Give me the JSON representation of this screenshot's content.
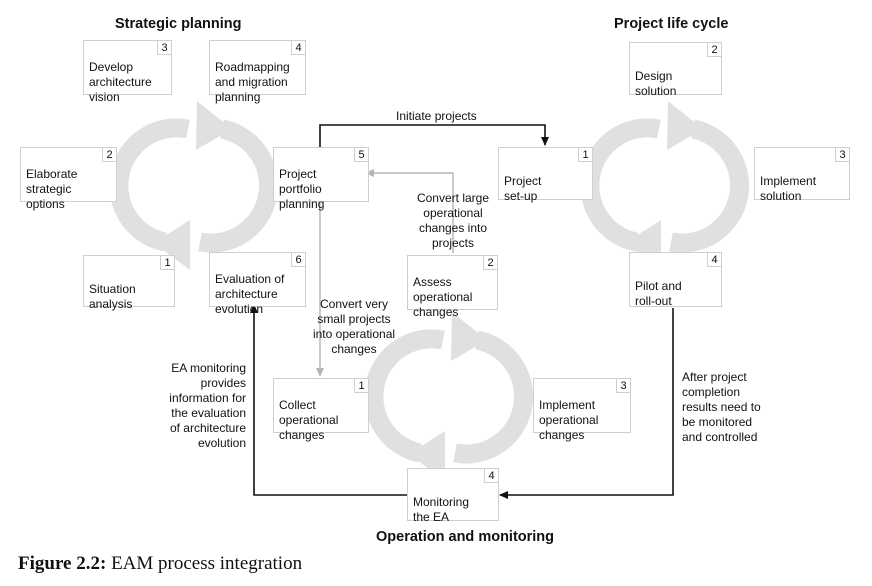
{
  "titles": {
    "strategic": "Strategic planning",
    "lifecycle": "Project life cycle",
    "operation": "Operation and monitoring"
  },
  "strategic": {
    "develop": {
      "text": "Develop\narchitecture\nvision",
      "num": "3"
    },
    "roadmap": {
      "text": "Roadmapping\nand migration\nplanning",
      "num": "4"
    },
    "elaborate": {
      "text": "Elaborate\nstrategic\noptions",
      "num": "2"
    },
    "portfolio": {
      "text": "Project\nportfolio\nplanning",
      "num": "5"
    },
    "situation": {
      "text": "Situation\nanalysis",
      "num": "1"
    },
    "evaluation": {
      "text": "Evaluation of\narchitecture\nevolution",
      "num": "6"
    }
  },
  "lifecycle": {
    "design": {
      "text": "Design\nsolution",
      "num": "2"
    },
    "setup": {
      "text": "Project\nset-up",
      "num": "1"
    },
    "implement": {
      "text": "Implement\nsolution",
      "num": "3"
    },
    "pilot": {
      "text": "Pilot and\nroll-out",
      "num": "4"
    }
  },
  "operation": {
    "assess": {
      "text": "Assess\noperational\nchanges",
      "num": "2"
    },
    "collect": {
      "text": "Collect\noperational\nchanges",
      "num": "1"
    },
    "implement": {
      "text": "Implement\noperational\nchanges",
      "num": "3"
    },
    "monitoring": {
      "text": "Monitoring\nthe EA",
      "num": "4"
    }
  },
  "labels": {
    "initiate": "Initiate projects",
    "convert_large": "Convert large\noperational\nchanges into\nprojects",
    "convert_small": "Convert very\nsmall projects\ninto operational\nchanges",
    "ea_monitoring": "EA monitoring\nprovides\ninformation for\nthe evaluation\nof architecture\nevolution",
    "after_project": "After project\ncompletion\nresults need to\nbe monitored\nand controlled"
  },
  "caption": {
    "prefix": "Figure 2.2:",
    "text": " EAM process integration"
  },
  "colors": {
    "cycle_arrow": "#e0e0e0",
    "box_border": "#cfcfcf",
    "line_dark": "#111111",
    "line_grey": "#b5b5b5"
  }
}
